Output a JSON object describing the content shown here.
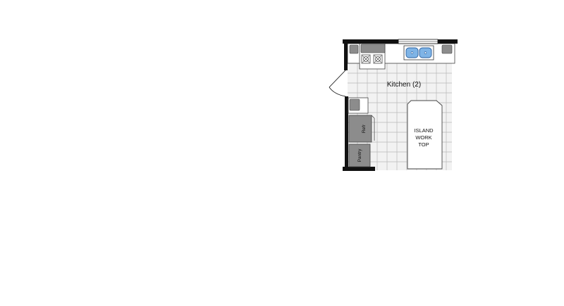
{
  "plan": {
    "room_label": "Kitchen (2)",
    "island_label_lines": [
      "ISLAND",
      "WORK",
      "TOP"
    ],
    "fridge_label": "Refr",
    "pantry_label": "Pantry"
  },
  "colors": {
    "wall": "#111111",
    "floor": "#f2f2f2",
    "grid_line": "#b9b9b9",
    "counter": "#ffffff",
    "appliance": "#8c8c8c",
    "sink_basin": "#7fb4e6",
    "sink_rim": "#2b5f9e",
    "island": "#ffffff"
  }
}
